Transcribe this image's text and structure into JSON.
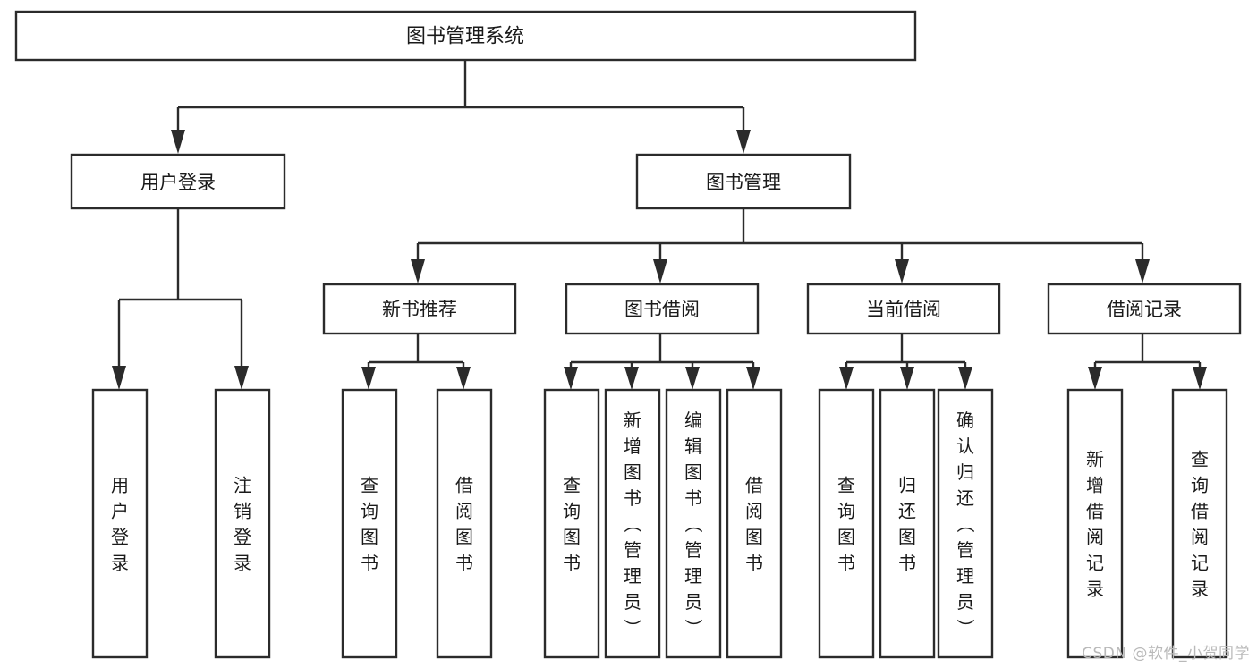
{
  "diagram": {
    "title": "图书管理系统",
    "type": "tree",
    "colors": {
      "box_stroke": "#2b2b2b",
      "box_fill": "#ffffff",
      "text": "#1a1a1a",
      "background": "#ffffff",
      "watermark": "#b9b9b9"
    },
    "root": {
      "label": "图书管理系统",
      "orientation": "horizontal"
    },
    "level2": [
      {
        "label": "用户登录",
        "orientation": "horizontal"
      },
      {
        "label": "图书管理",
        "orientation": "horizontal"
      }
    ],
    "level3": [
      {
        "label": "新书推荐",
        "orientation": "horizontal",
        "parent": "图书管理"
      },
      {
        "label": "图书借阅",
        "orientation": "horizontal",
        "parent": "图书管理"
      },
      {
        "label": "当前借阅",
        "orientation": "horizontal",
        "parent": "图书管理"
      },
      {
        "label": "借阅记录",
        "orientation": "horizontal",
        "parent": "图书管理"
      }
    ],
    "leaves": {
      "用户登录": [
        {
          "label": "用户登录",
          "orientation": "vertical"
        },
        {
          "label": "注销登录",
          "orientation": "vertical"
        }
      ],
      "新书推荐": [
        {
          "label": "查询图书",
          "orientation": "vertical"
        },
        {
          "label": "借阅图书",
          "orientation": "vertical"
        }
      ],
      "图书借阅": [
        {
          "label": "查询图书",
          "orientation": "vertical"
        },
        {
          "label": "新增图书（管理员）",
          "orientation": "vertical"
        },
        {
          "label": "编辑图书（管理员）",
          "orientation": "vertical"
        },
        {
          "label": "借阅图书",
          "orientation": "vertical"
        }
      ],
      "当前借阅": [
        {
          "label": "查询图书",
          "orientation": "vertical"
        },
        {
          "label": "归还图书",
          "orientation": "vertical"
        },
        {
          "label": "确认归还（管理员）",
          "orientation": "vertical"
        }
      ],
      "借阅记录": [
        {
          "label": "新增借阅记录",
          "orientation": "vertical"
        },
        {
          "label": "查询借阅记录",
          "orientation": "vertical"
        }
      ]
    }
  },
  "watermark": {
    "text": "CSDN @软件_小贺同学"
  }
}
